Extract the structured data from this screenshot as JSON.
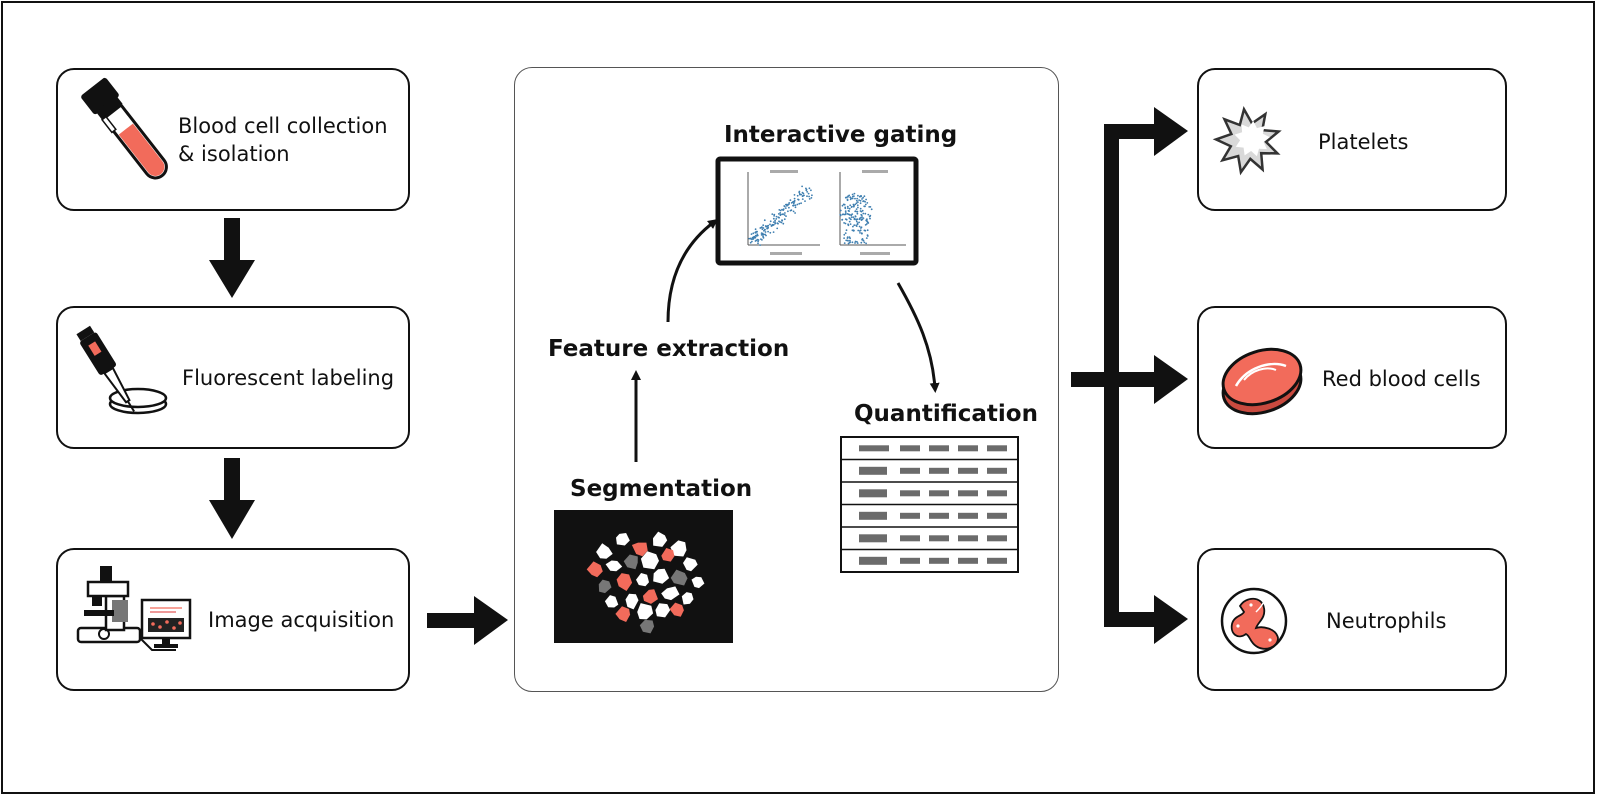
{
  "inputs": [
    {
      "label_line1": "Blood cell collection",
      "label_line2": "& isolation",
      "icon": "blood-tube-icon"
    },
    {
      "label": "Fluorescent labeling",
      "icon": "pipette-dish-icon"
    },
    {
      "label": "Image acquisition",
      "icon": "microscope-computer-icon"
    }
  ],
  "pipeline": {
    "segmentation": "Segmentation",
    "feature_extraction": "Feature extraction",
    "interactive_gating": "Interactive gating",
    "quantification": "Quantification"
  },
  "outputs": [
    {
      "label": "Platelets",
      "icon": "platelet-icon"
    },
    {
      "label": "Red blood cells",
      "icon": "red-blood-cell-icon"
    },
    {
      "label": "Neutrophils",
      "icon": "neutrophil-icon"
    }
  ],
  "colors": {
    "accent": "#f26b5b",
    "line": "#111111",
    "grey": "#6b6b6b",
    "scatter": "#3f7fb0"
  }
}
